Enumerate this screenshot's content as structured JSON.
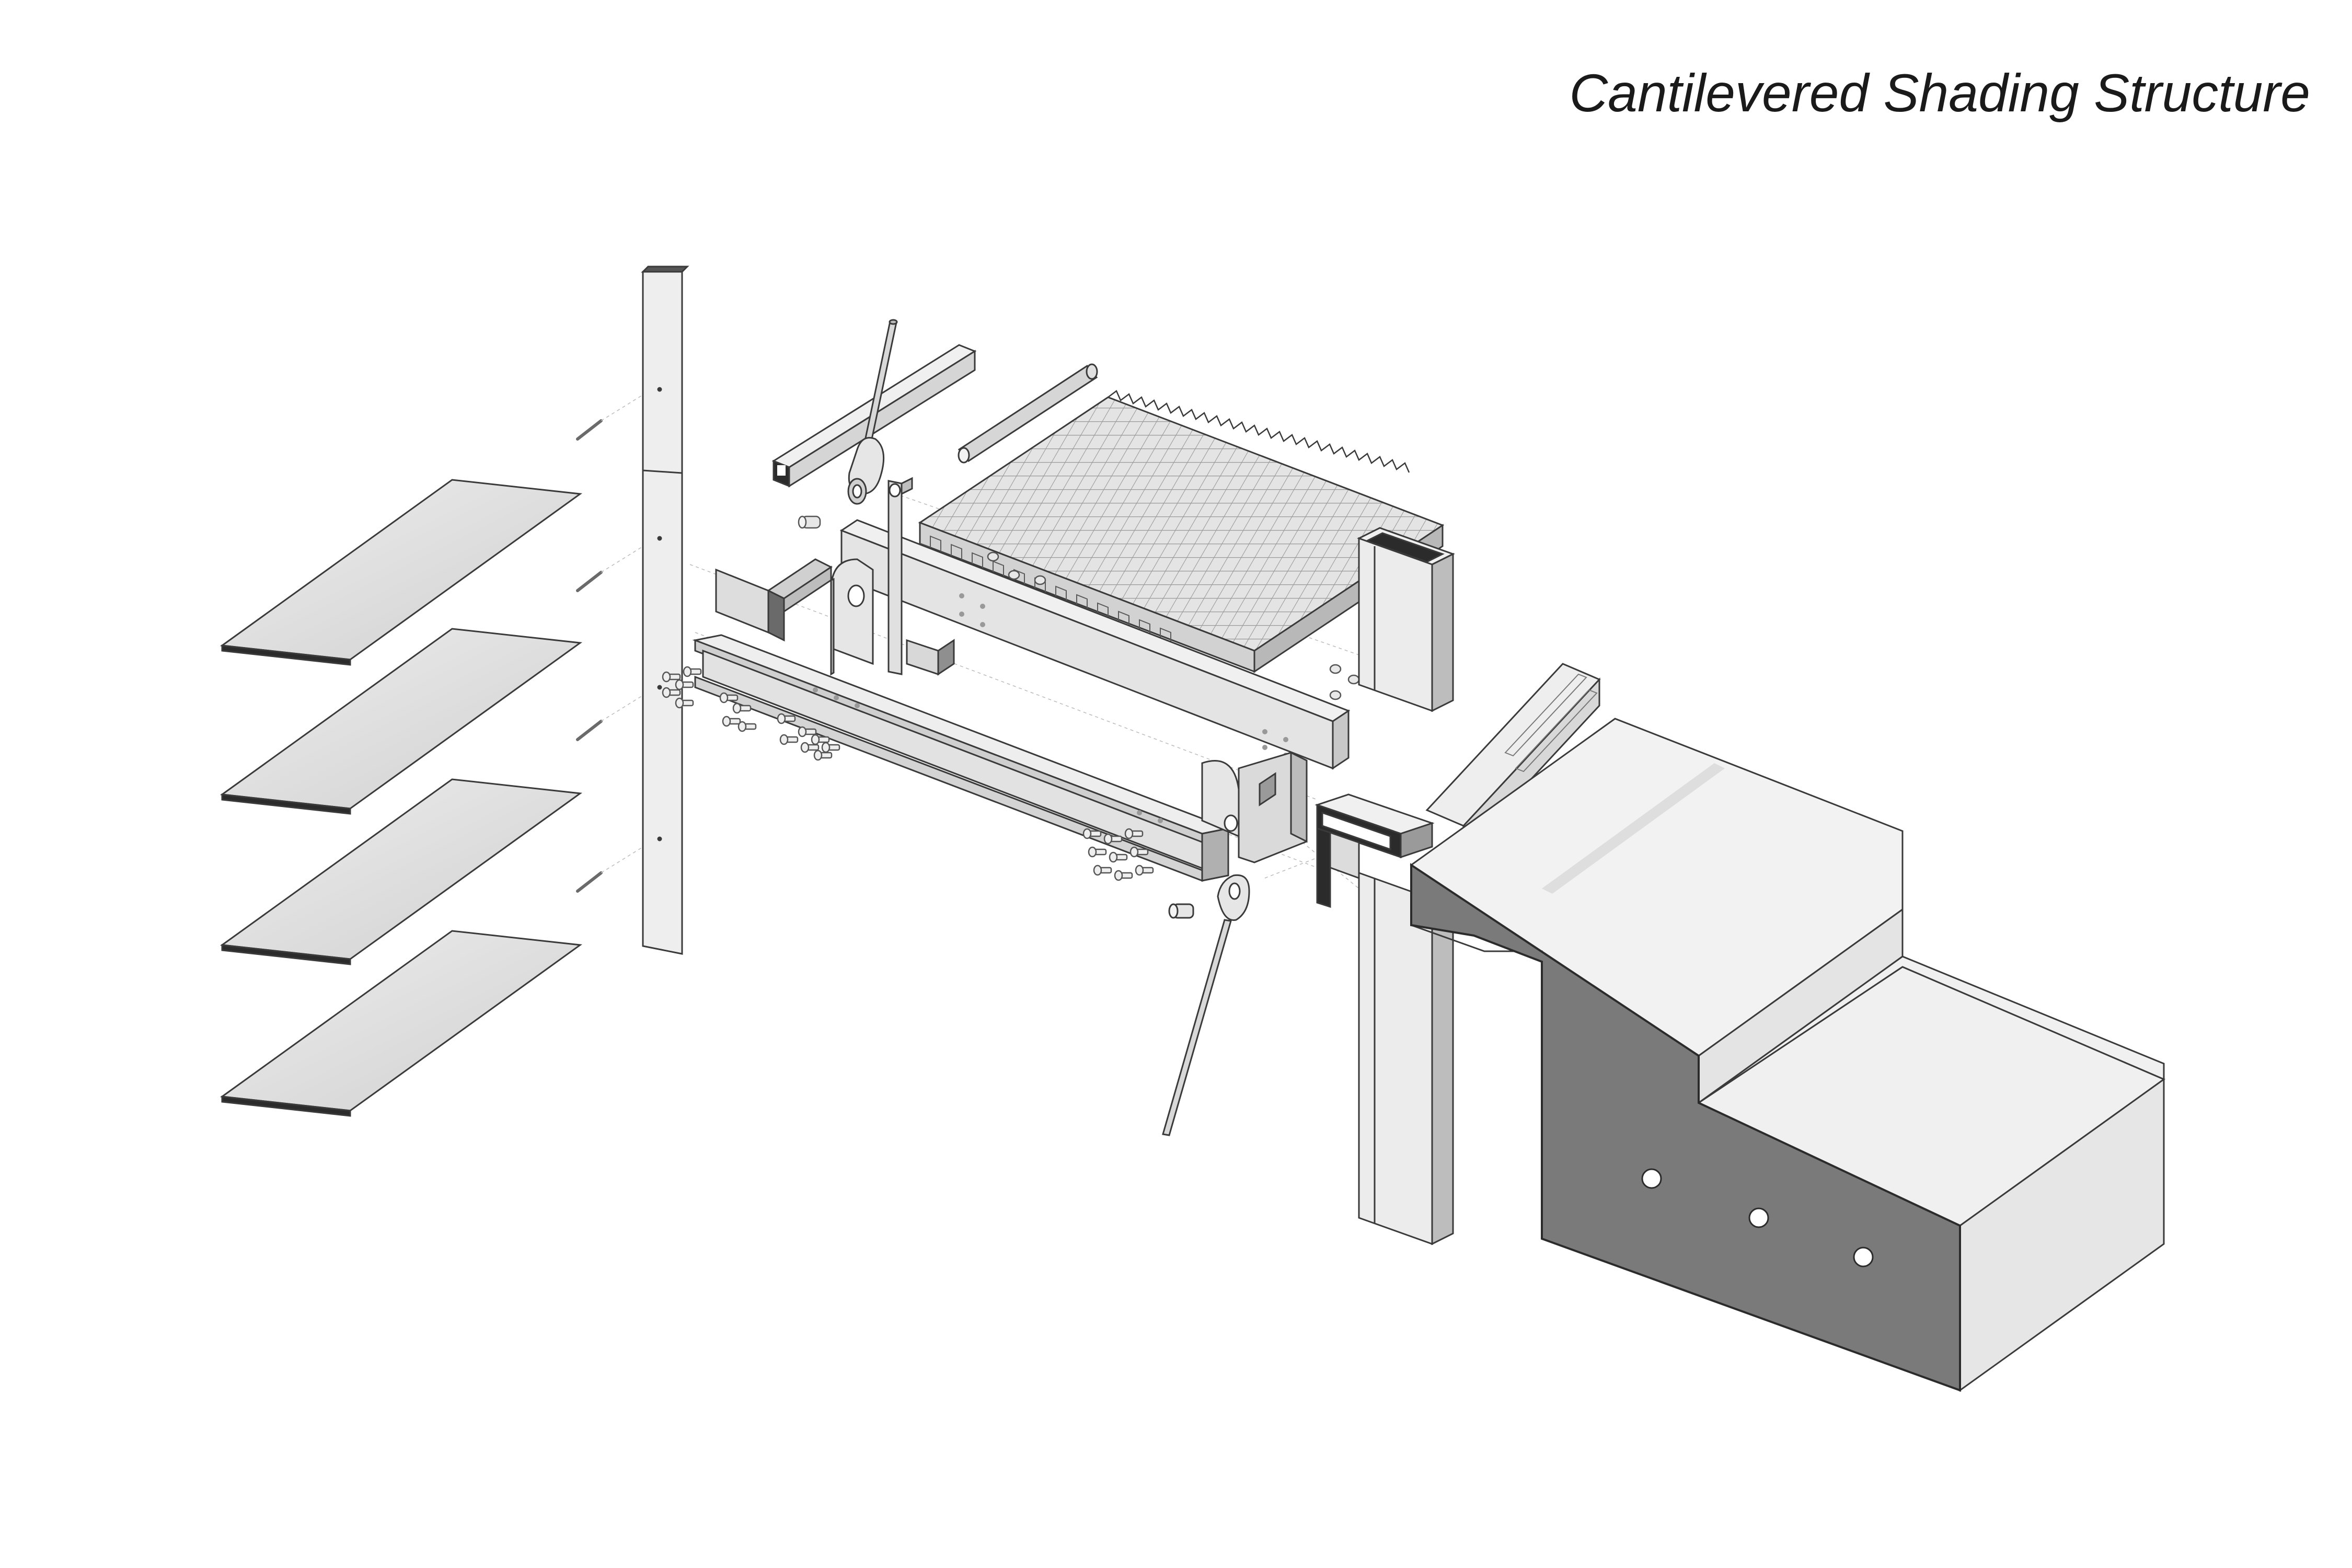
{
  "title": "Cantilevered Shading Structure",
  "colors": {
    "background": "#ffffff",
    "line": "#3a3a3a",
    "face_light": "#f2f2f2",
    "face_mid": "#d9d9d9",
    "face_dark": "#8c8c8c",
    "section_cut": "#7a7a7a",
    "edge_dark": "#2b2b2b"
  },
  "components": [
    "louver-blades",
    "vertical-mullion-post",
    "bracket-rods",
    "square-hollow-section-beam",
    "tension-rod-upper",
    "round-tube",
    "steel-grating-panel",
    "angle-cleat",
    "gusset-plate",
    "channel-beam",
    "i-beam",
    "bolt-sets",
    "end-bracket",
    "tension-rod-lower",
    "facade-column",
    "transom-rail",
    "concrete-slab-edge"
  ]
}
